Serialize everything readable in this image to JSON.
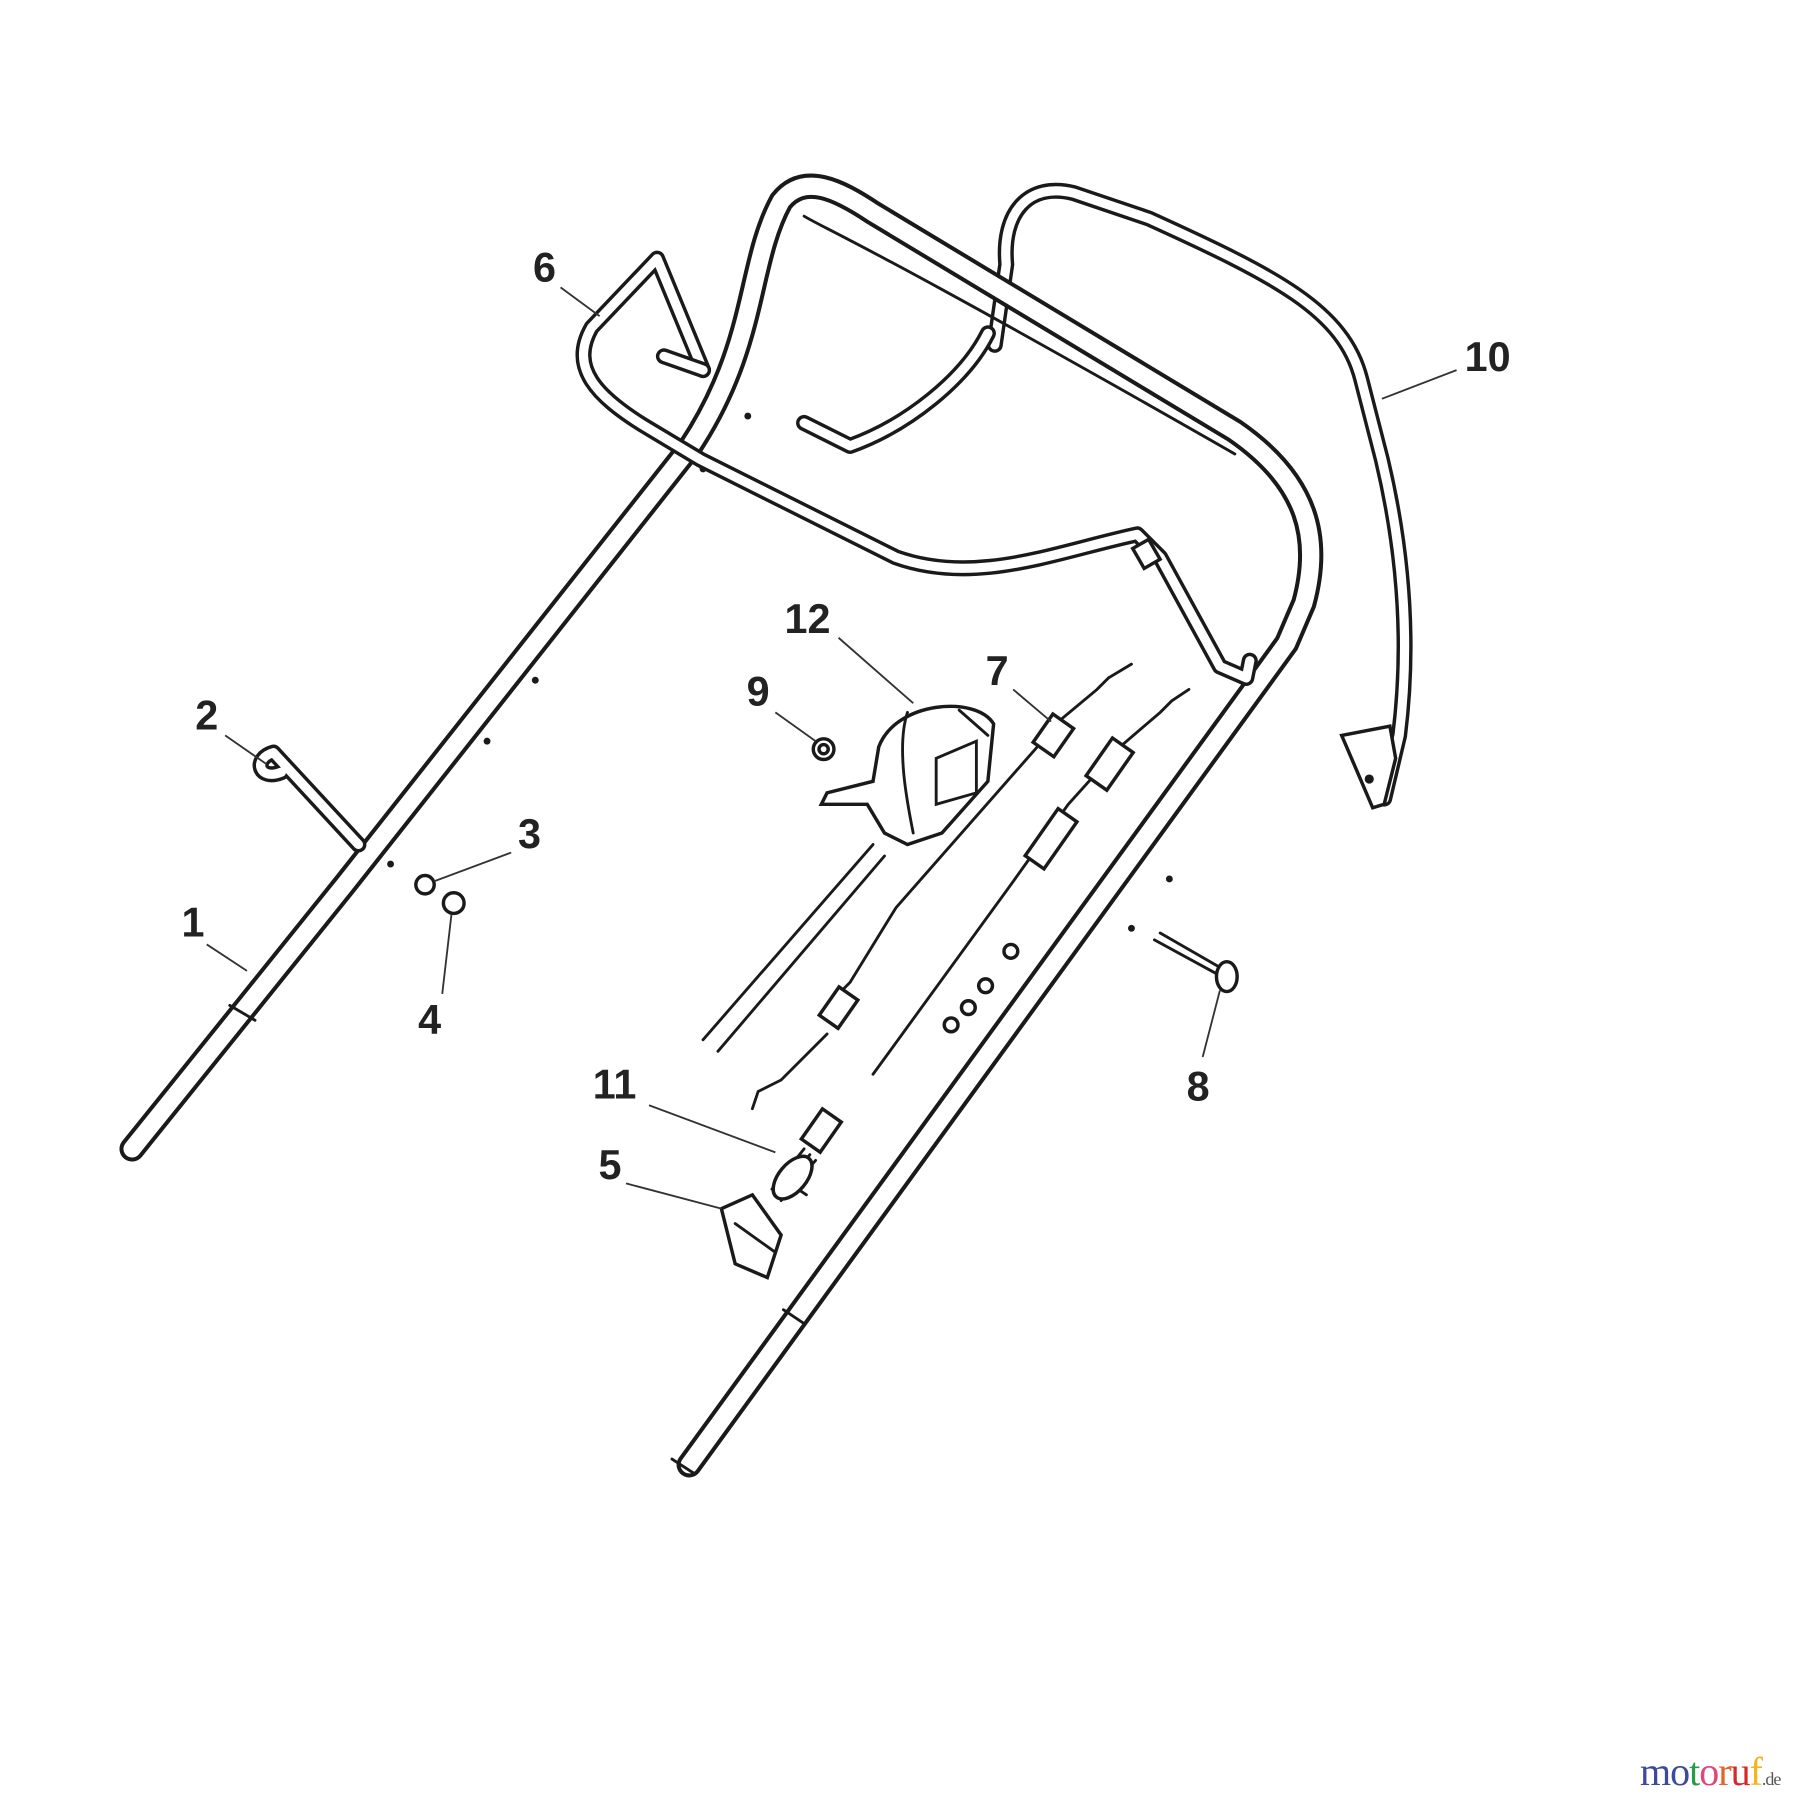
{
  "callouts": [
    "1",
    "2",
    "3",
    "4",
    "5",
    "6",
    "7",
    "8",
    "9",
    "10",
    "11",
    "12"
  ],
  "logo": {
    "text": "motoruf",
    "suffix": ".de",
    "colors": [
      "#3b4a9a",
      "#3b4a9a",
      "#2a9a4a",
      "#e0457b",
      "#e2632b",
      "#d8262a",
      "#f2b51c"
    ]
  }
}
